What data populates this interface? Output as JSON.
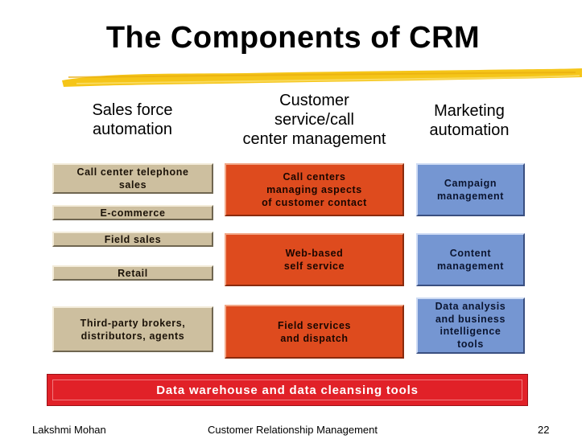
{
  "slide": {
    "title": "The Components of CRM",
    "columns": {
      "sales": "Sales force\nautomation",
      "service": "Customer\nservice/call\ncenter management",
      "marketing": "Marketing\nautomation"
    },
    "sales_items": [
      "Call center telephone\nsales",
      "E-commerce",
      "Field sales",
      "Retail",
      "Third-party brokers,\ndistributors, agents"
    ],
    "service_items": [
      "Call centers\nmanaging aspects\nof customer contact",
      "Web-based\nself service",
      "Field services\nand dispatch"
    ],
    "marketing_items": [
      "Campaign\nmanagement",
      "Content\nmanagement",
      "Data analysis\nand business\nintelligence\ntools"
    ],
    "bottom_bar": "Data warehouse and data cleansing tools"
  },
  "footer": {
    "author": "Lakshmi Mohan",
    "course": "Customer Relationship Management",
    "page": "22"
  },
  "colors": {
    "tan": "#cdbf9f",
    "orange": "#de4b1e",
    "blue": "#7596d2",
    "red_bar": "#e12128",
    "brush": "#f5c518"
  }
}
